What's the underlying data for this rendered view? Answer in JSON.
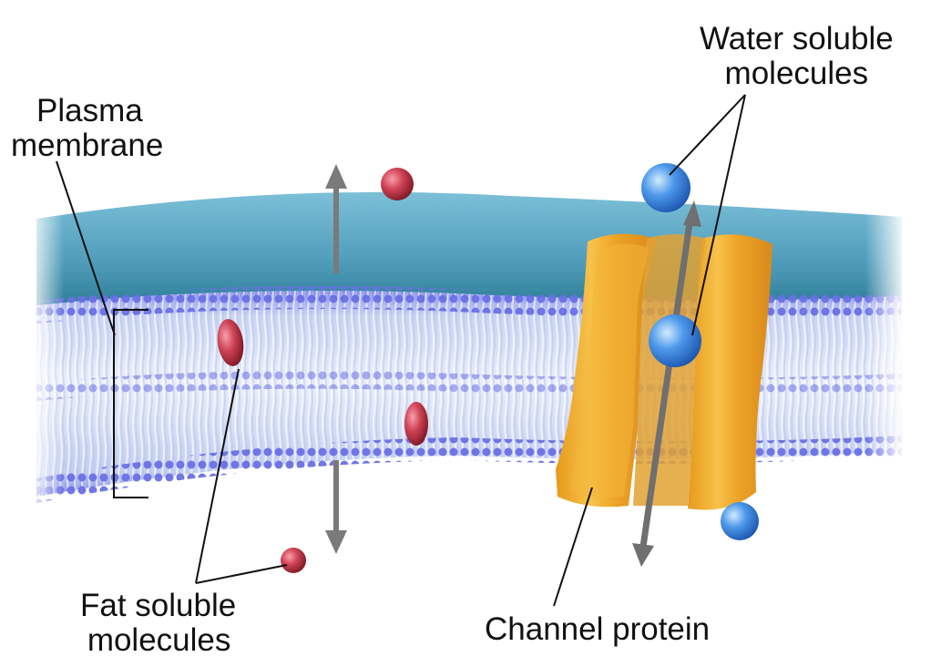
{
  "labels": {
    "plasma_membrane": [
      "Plasma",
      "membrane"
    ],
    "water_soluble": [
      "Water soluble",
      "molecules"
    ],
    "fat_soluble": [
      "Fat soluble",
      "molecules"
    ],
    "channel_protein": "Channel protein"
  },
  "colors": {
    "water_surface": "#5ea6c4",
    "water_dark": "#2f7f99",
    "lipid_head": "#6f73e6",
    "lipid_tail": "#dce6f8",
    "protein": "#f0a820",
    "protein_inner": "#d98a22",
    "fat_molecule": "#c8344a",
    "water_molecule": "#3a86e0",
    "arrow": "#7a7a7a",
    "leader_line": "#111111"
  },
  "icons": {
    "fat_molecule": "red-sphere-icon",
    "water_molecule": "blue-sphere-icon",
    "transport_arrow": "double-arrow-icon"
  }
}
